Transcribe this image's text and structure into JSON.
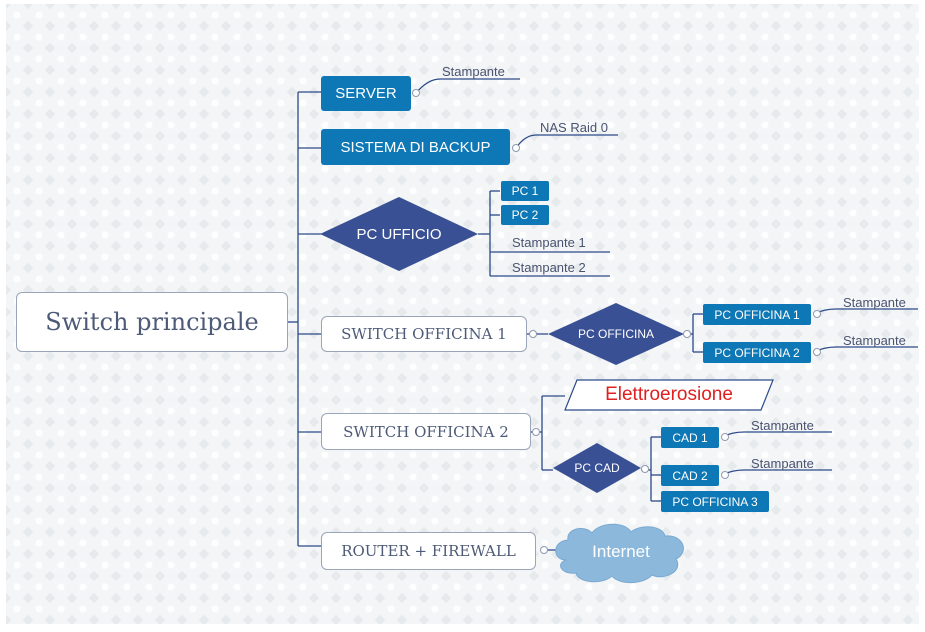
{
  "root": {
    "label": "Switch principale"
  },
  "server": {
    "label": "SERVER",
    "leaf": "Stampante"
  },
  "backup": {
    "label": "SISTEMA DI BACKUP",
    "leaf": "NAS Raid 0"
  },
  "ufficio": {
    "label": "PC UFFICIO",
    "children": [
      "PC 1",
      "PC 2"
    ],
    "leaves": [
      "Stampante 1",
      "Stampante 2"
    ]
  },
  "officina1": {
    "label": "SWITCH OFFICINA 1",
    "hub": "PC OFFICINA",
    "pcs": [
      {
        "label": "PC OFFICINA 1",
        "leaf": "Stampante"
      },
      {
        "label": "PC OFFICINA 2",
        "leaf": "Stampante"
      }
    ]
  },
  "officina2": {
    "label": "SWITCH OFFICINA 2",
    "process": "Elettroerosione",
    "hub": "PC CAD",
    "cads": [
      {
        "label": "CAD 1",
        "leaf": "Stampante"
      },
      {
        "label": "CAD 2",
        "leaf": "Stampante"
      },
      {
        "label": "PC OFFICINA 3",
        "leaf": ""
      }
    ]
  },
  "router": {
    "label": "ROUTER + FIREWALL",
    "cloud": "Internet"
  },
  "colors": {
    "node_blue": "#0e77b5",
    "diamond": "#3a5095",
    "line": "#2b4a8a",
    "outline_text": "#4e5b78",
    "process_text": "#e02020",
    "cloud": "#8cb8dc"
  }
}
